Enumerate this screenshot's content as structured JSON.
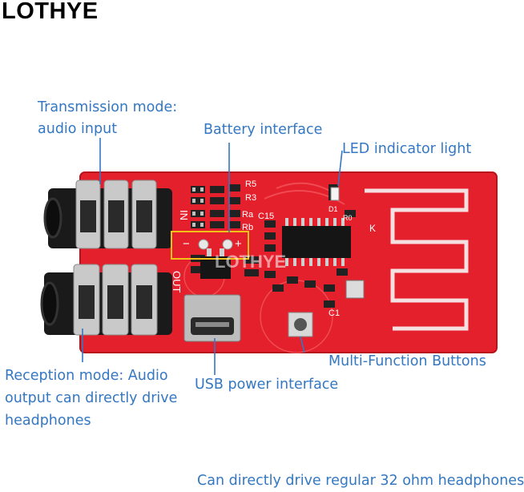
{
  "brand": "LOTHYE",
  "callouts": {
    "transmission_line1": "Transmission mode:",
    "transmission_line2": "audio input",
    "battery": "Battery interface",
    "led": "LED indicator light",
    "buttons": "Multi-Function Buttons",
    "usb": "USB power interface",
    "reception_line1": "Reception mode: Audio",
    "reception_line2": "output can directly drive",
    "reception_line3": "headphones",
    "footer": "Can directly drive regular 32 ohm headphones"
  },
  "pcb_labels": {
    "in": "IN",
    "out": "OUT",
    "r5": "R5",
    "r3": "R3",
    "ra": "Ra",
    "rb": "Rb",
    "c15": "C15",
    "minus": "−",
    "plus": "+",
    "c1": "C1",
    "d1": "D1",
    "r0": "R0",
    "k": "K",
    "watermark": "LOTHYE"
  },
  "colors": {
    "pcb": "#e3202b",
    "pcb_dark": "#b8121c",
    "callout_text": "#3477c2",
    "highlight_box": "#f2c21b"
  }
}
